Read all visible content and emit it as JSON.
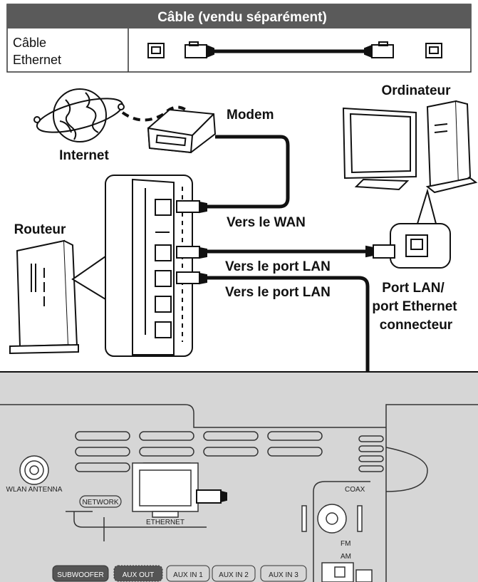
{
  "cable_table": {
    "header": "Câble (vendu séparément)",
    "row_label_line1": "Câble",
    "row_label_line2": "Ethernet"
  },
  "labels": {
    "computer": "Ordinateur",
    "modem": "Modem",
    "internet": "Internet",
    "router": "Routeur",
    "to_wan": "Vers le WAN",
    "to_lan_1": "Vers le port LAN",
    "to_lan_2": "Vers le port LAN",
    "lan_port_line1": "Port LAN/",
    "lan_port_line2": "port Ethernet",
    "lan_port_line3": "connecteur"
  },
  "rear_panel": {
    "wlan_antenna": "WLAN ANTENNA",
    "network": "NETWORK",
    "ethernet": "ETHERNET",
    "coax": "COAX",
    "fm": "FM",
    "am": "AM",
    "subwoofer": "SUBWOOFER",
    "aux_out": "AUX OUT",
    "aux_in_1": "AUX IN 1",
    "aux_in_2": "AUX IN 2",
    "aux_in_3": "AUX IN 3"
  },
  "colors": {
    "header_bg": "#5a5a5a",
    "panel_bg": "#d6d6d6",
    "line": "#111111"
  }
}
